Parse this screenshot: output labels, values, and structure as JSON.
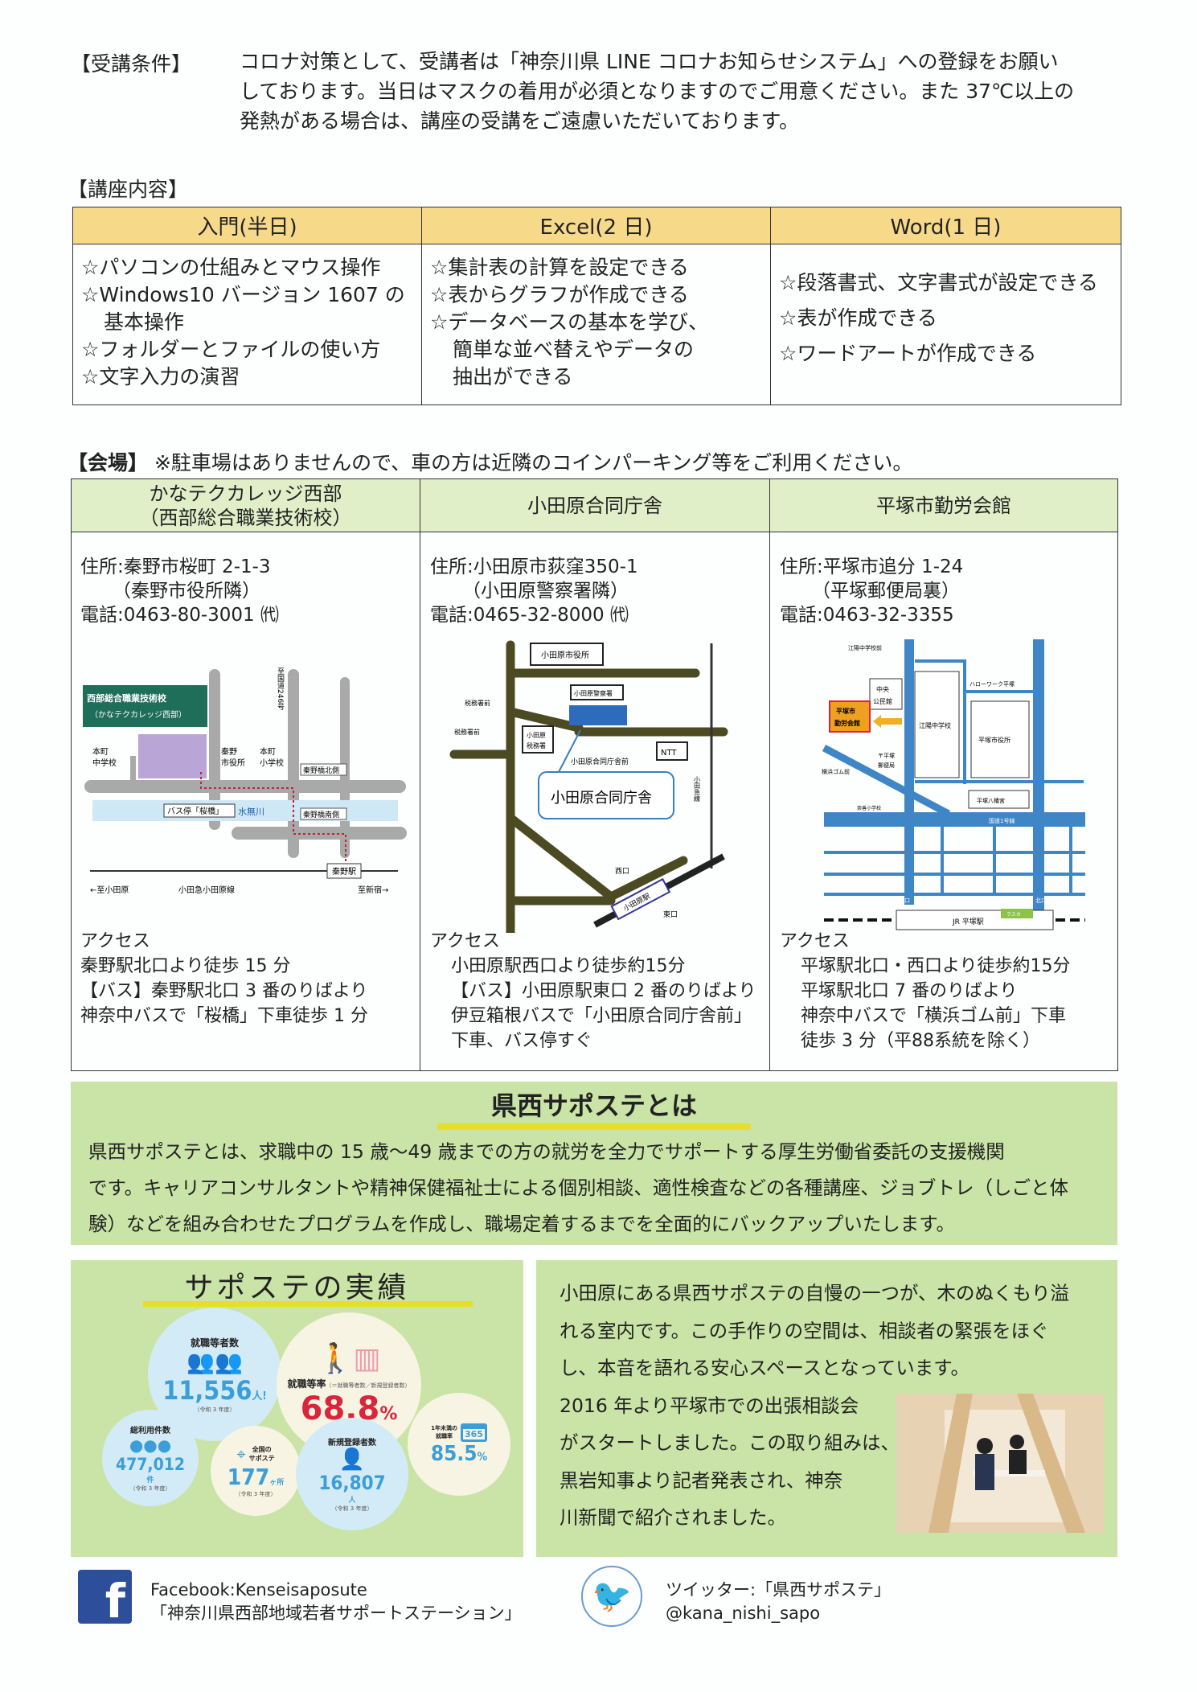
{
  "conditions": {
    "label": "【受講条件】",
    "lines": [
      "コロナ対策として、受講者は「神奈川県 LINE コロナお知らせシステム」への登録をお願い",
      "しております。当日はマスクの着用が必須となりますのでご用意ください。また 37℃以上の",
      "発熱がある場合は、講座の受講をご遠慮いただいております。"
    ]
  },
  "courses": {
    "label": "【講座内容】",
    "columns": [
      {
        "title": "入門(半日)",
        "items": [
          "☆パソコンの仕組みとマウス操作",
          "☆Windows10 バージョン 1607 の",
          "基本操作",
          "☆フォルダーとファイルの使い方",
          "☆文字入力の演習"
        ]
      },
      {
        "title": "Excel(2 日)",
        "items": [
          "☆集計表の計算を設定できる",
          "☆表からグラフが作成できる",
          "☆データベースの基本を学び、",
          "簡単な並べ替えやデータの",
          "抽出ができる"
        ]
      },
      {
        "title": "Word(1 日)",
        "items": [
          "☆段落書式、文字書式が設定できる",
          "☆表が作成できる",
          "☆ワードアートが作成できる"
        ]
      }
    ]
  },
  "venue": {
    "label": "【会場】",
    "note": "※駐車場はありませんので、車の方は近隣のコインパーキング等をご利用ください。",
    "columns": [
      {
        "title1": "かなテクカレッジ西部",
        "title2": "（西部総合職業技術校）",
        "address": "住所:秦野市桜町 2-1-3",
        "address_note": "（秦野市役所隣）",
        "phone": "電話:0463-80-3001 ㈹",
        "map": {
          "school": "西部総合職業技術校",
          "school_sub": "（かなテクカレッジ西部）",
          "hm_jhs1": "本町",
          "hm_jhs2": "中学校",
          "city1": "秦野",
          "city2": "市役所",
          "hm_es1": "本町",
          "hm_es2": "小学校",
          "route": "至国道246号",
          "bridge_n": "秦野橋北側",
          "bridge_s": "秦野橋南側",
          "bus": "バス停「桜橋」",
          "river": "水無川",
          "station": "秦野駅",
          "to_odawara": "←至小田原",
          "line": "小田急小田原線",
          "to_shinjuku": "至新宿→"
        },
        "access": [
          "アクセス",
          "秦野駅北口より徒歩 15 分",
          "【バス】秦野駅北口 3 番のりばより",
          "神奈中バスで「桜橋」下車徒歩 1 分"
        ]
      },
      {
        "title1": "小田原合同庁舎",
        "address": "住所:小田原市荻窪350-1",
        "address_note": "（小田原警察署隣）",
        "phone": "電話:0465-32-8000 ㈹",
        "map": {
          "city_hall": "小田原市役所",
          "police": "小田原警察署",
          "tax_front": "税務署前",
          "tax_stop": "税務署前",
          "tax_office1": "小田原",
          "tax_office2": "税務署",
          "ntt": "NTT",
          "stop": "小田原合同庁舎前",
          "callout": "小田原合同庁舎",
          "line": "小田急線",
          "west": "西口",
          "east": "東口",
          "station": "小田原駅"
        },
        "access": [
          "アクセス",
          "小田原駅西口より徒歩約15分",
          "【バス】小田原駅東口 2 番のりばより",
          "伊豆箱根バスで「小田原合同庁舎前」",
          "下車、バス停すぐ"
        ]
      },
      {
        "title1": "平塚市勤労会館",
        "address": "住所:平塚市追分 1-24",
        "address_note": "（平塚郵便局裏）",
        "phone": "電話:0463-32-3355",
        "map": {
          "jhs_front": "江陽中学校前",
          "hellowork": "ハローワーク平塚",
          "center1": "中央",
          "center2": "公民館",
          "hall1": "平塚市",
          "hall2": "勤労会館",
          "jhs": "江陽中学校",
          "cityhall": "平塚市役所",
          "post1": "〒平塚",
          "post2": "郵便局",
          "gomu": "横浜ゴム前",
          "es": "崇善小学校",
          "shrine": "平塚八幡宮",
          "route1": "国道1号線",
          "west": "西口",
          "north": "北口",
          "station": "JR 平塚駅",
          "lasca": "ラスカ"
        },
        "access": [
          "アクセス",
          "平塚駅北口・西口より徒歩約15分",
          "平塚駅北口 7 番のりばより",
          "神奈中バスで「横浜ゴム前」下車",
          "徒歩 3 分（平88系統を除く）"
        ]
      }
    ]
  },
  "about": {
    "title": "県西サポステとは",
    "lines": [
      "県西サポステとは、求職中の 15 歳～49 歳までの方の就労を全力でサポートする厚生労働省委託の支援機関",
      "です。キャリアコンサルタントや精神保健福祉士による個別相談、適性検査などの各種講座、ジョブトレ（しごと体",
      "験）などを組み合わせたプログラムを作成し、職場定着するまでを全面的にバックアップいたします。"
    ]
  },
  "results": {
    "title": "サポステの実績",
    "stats": [
      {
        "label": "就職等者数",
        "value": "11,556",
        "unit": "人!",
        "note": "（令和 3 年度）"
      },
      {
        "label": "就職等率",
        "sub": "（＝就職等者数／新規登録者数）",
        "value": "68.8",
        "unit": "%"
      },
      {
        "label": "総利用件数",
        "value": "477,012",
        "unit": "件",
        "note": "（令和 3 年度）"
      },
      {
        "label1": "全国の",
        "label2": "サポステ",
        "value": "177",
        "unit": "ヶ所",
        "note": "（令和 3 年度）"
      },
      {
        "label": "新規登録者数",
        "value": "16,807",
        "unit": "人",
        "note": "（令和 3 年度）"
      },
      {
        "label1": "1年未満の",
        "label2": "就職率",
        "calendar": "365",
        "value": "85.5",
        "unit": "%"
      }
    ]
  },
  "odawara": {
    "lines": [
      "小田原にある県西サポステの自慢の一つが、木のぬくもり溢",
      "れる室内です。この手作りの空間は、相談者の緊張をほぐ",
      "し、本音を語れる安心スペースとなっています。",
      "2016 年より平塚市での出張相談会",
      "がスタートしました。この取り組みは、",
      "黒岩知事より記者発表され、神奈",
      "川新聞で紹介されました。"
    ]
  },
  "footer": {
    "facebook1": "Facebook:Kenseisaposute",
    "facebook2": "「神奈川県西部地域若者サポートステーション」",
    "twitter1": "ツイッター:「県西サポステ」",
    "twitter2": "@kana_nishi_sapo"
  },
  "colors": {
    "header_yellow": "#f7d98a",
    "header_green": "#e0efc8",
    "panel_green": "#c9e4a6",
    "accent_red": "#d9263a",
    "accent_blue": "#3c9ed8"
  }
}
